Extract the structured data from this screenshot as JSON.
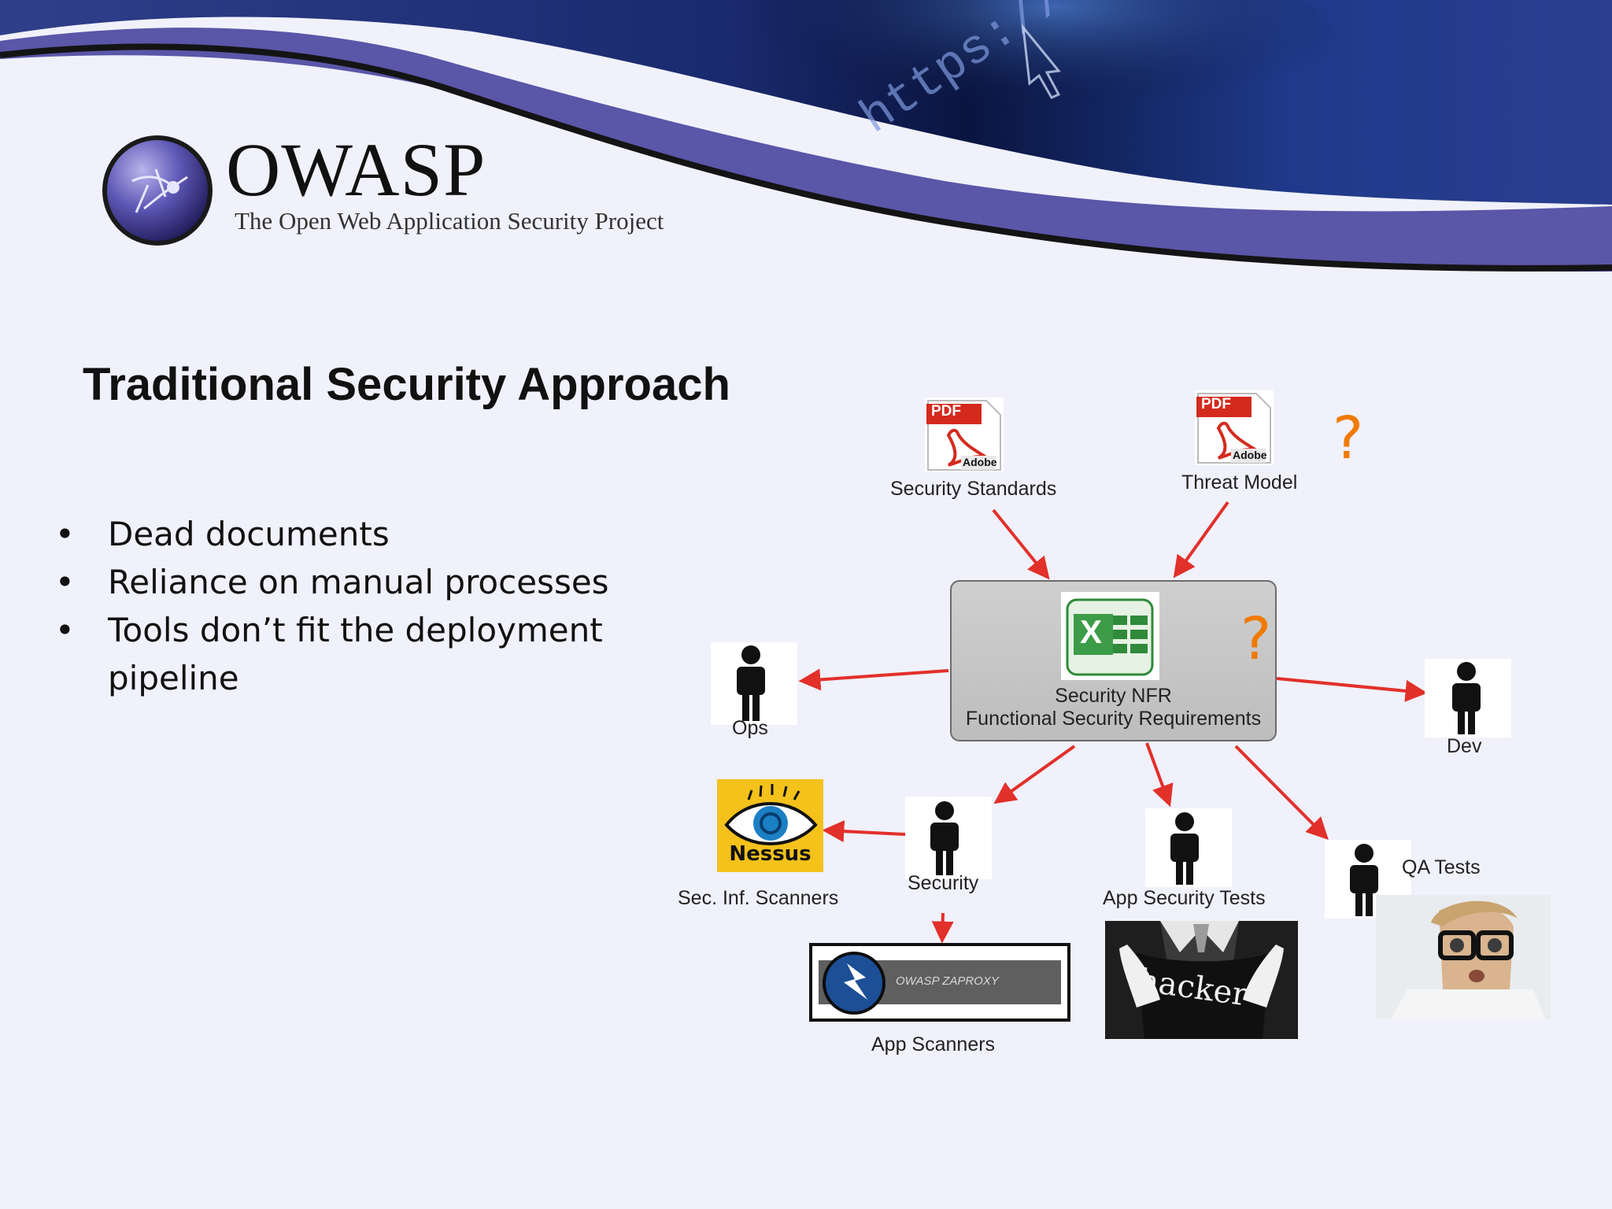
{
  "header": {
    "logo_title": "OWASP",
    "logo_subtitle": "The Open Web Application Security Project",
    "banner_text": "https://"
  },
  "slide": {
    "title": "Traditional Security Approach",
    "bullets": [
      "Dead documents",
      "Reliance on manual processes",
      "Tools don’t fit the deployment pipeline"
    ]
  },
  "diagram": {
    "security_standards": {
      "label": "Security Standards",
      "badge": "PDF",
      "brand": "Adobe"
    },
    "threat_model": {
      "label": "Threat Model",
      "badge": "PDF",
      "brand": "Adobe"
    },
    "nfr": {
      "line1": "Security NFR",
      "line2": "Functional Security Requirements",
      "icon_letter": "X"
    },
    "ops": "Ops",
    "dev": "Dev",
    "security": "Security",
    "app_security_tests": "App Security Tests",
    "qa_tests": "QA Tests",
    "sec_inf_scanners": "Sec. Inf. Scanners",
    "nessus_logo": "Nessus",
    "app_scanners": "App Scanners",
    "zap_banner": "OWASP ZAPROXY",
    "hacker_shirt": "hacker",
    "question_mark": "?"
  },
  "colors": {
    "arrow": "#e2302a",
    "question": "#f07a00",
    "banner_purple": "#5a56a8",
    "banner_dark": "#0e1a4a",
    "pdf_red": "#d42a1e",
    "excel_green": "#2f8a3a",
    "nessus_yellow": "#f4c21b"
  },
  "icons": [
    "owasp-wasp-logo-icon",
    "pdf-document-icon",
    "excel-spreadsheet-icon",
    "person-icon",
    "nessus-eye-icon",
    "lightning-icon"
  ]
}
